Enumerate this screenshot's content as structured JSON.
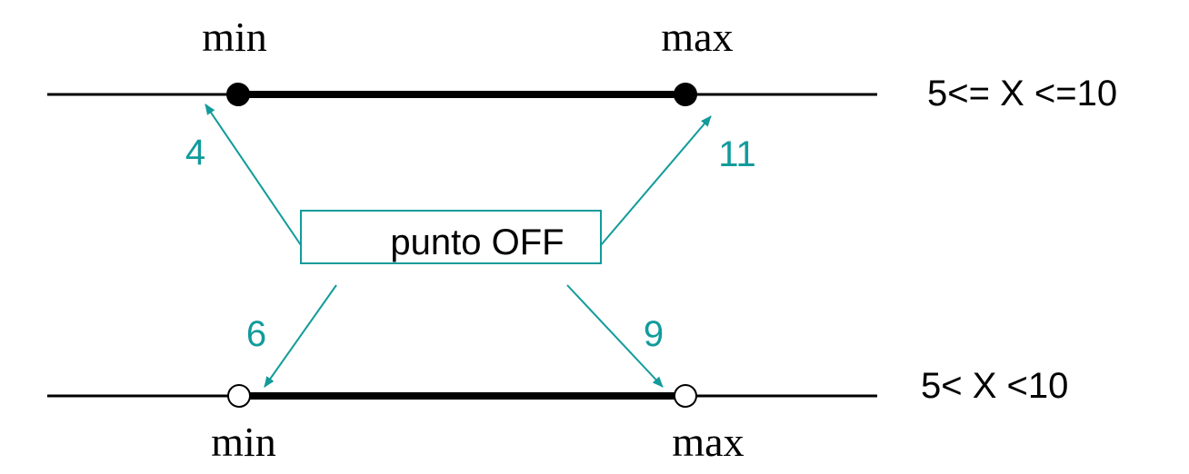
{
  "top_line": {
    "min_label": "min",
    "max_label": "max",
    "condition": "5<= X <=10",
    "endpoint_style": "closed"
  },
  "bottom_line": {
    "min_label": "min",
    "max_label": "max",
    "condition": "5< X <10",
    "endpoint_style": "open"
  },
  "off_box": {
    "label": "punto OFF"
  },
  "off_points": {
    "top_left": "4",
    "top_right": "11",
    "bottom_left": "6",
    "bottom_right": "9"
  },
  "colors": {
    "line": "#000000",
    "accent": "#129b9b",
    "background": "#ffffff"
  }
}
